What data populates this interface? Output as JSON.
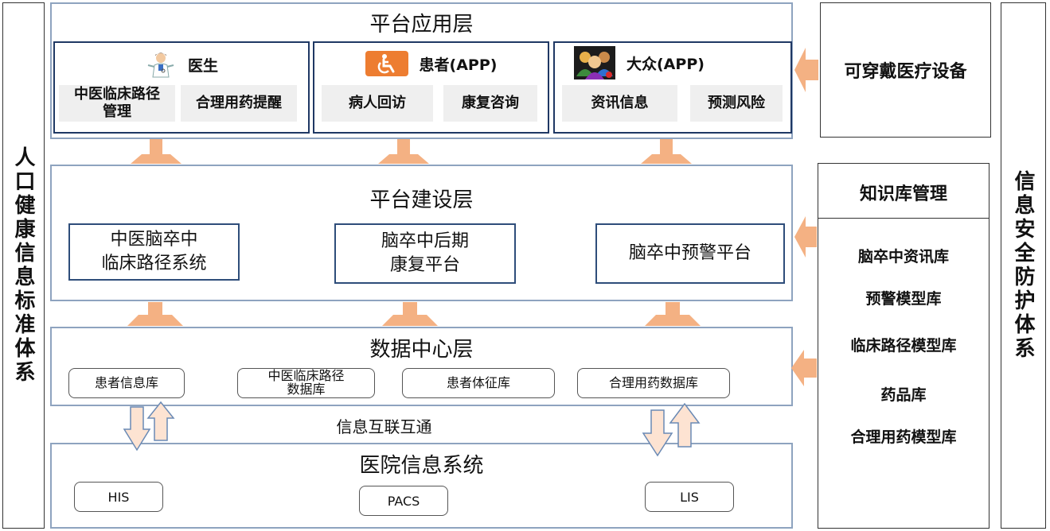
{
  "left_label": "人口健康信息标准体系",
  "right_label": "信息安全防护体系",
  "app_layer": {
    "title": "平台应用层",
    "cards": [
      {
        "title": "医生",
        "icon": "doctor-icon",
        "tiles": [
          "中医临床路径\n管理",
          "合理用药提醒"
        ]
      },
      {
        "title": "患者(APP)",
        "icon": "wheelchair-icon",
        "tiles": [
          "病人回访",
          "康复咨询"
        ]
      },
      {
        "title": "大众(APP)",
        "icon": "people-group-icon",
        "tiles": [
          "资讯信息",
          "预测风险"
        ]
      }
    ]
  },
  "build_layer": {
    "title": "平台建设层",
    "systems": [
      "中医脑卒中\n临床路径系统",
      "脑卒中后期\n康复平台",
      "脑卒中预警平台"
    ]
  },
  "data_layer": {
    "title": "数据中心层",
    "databases": [
      "患者信息库",
      "中医临床路径\n数据库",
      "患者体征库",
      "合理用药数据库"
    ]
  },
  "interconnect_label": "信息互联互通",
  "hospital_layer": {
    "title": "医院信息系统",
    "systems": [
      "HIS",
      "PACS",
      "LIS"
    ]
  },
  "wearable": "可穿戴医疗设备",
  "knowledge": {
    "title": "知识库管理",
    "items": [
      "脑卒中资讯库",
      "预警模型库",
      "临床路径模型库",
      "药品库",
      "合理用药模型库"
    ]
  },
  "colors": {
    "arrow_fill": "#f4b183",
    "layer_border": "#8ea3bf",
    "card_border": "#1f3864",
    "tile_bg": "#efefef",
    "wheelchair_bg": "#ed7d31"
  }
}
